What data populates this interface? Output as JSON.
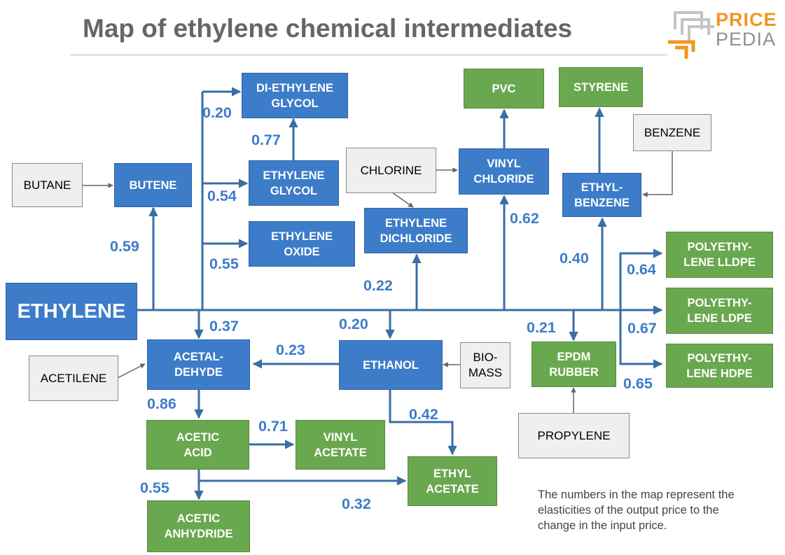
{
  "title": "Map of ethylene chemical intermediates",
  "logo": {
    "word1": "PRICE",
    "word2": "PEDIA"
  },
  "colors": {
    "intermediate": "#3d7cc9",
    "final_product": "#6aa84f",
    "external_input": "#efefef",
    "arrow_blue": "#3a6ea5",
    "arrow_grey": "#666666"
  },
  "nodes": {
    "ethylene": "ETHYLENE",
    "butane": "BUTANE",
    "butene": "BUTENE",
    "di_ethylene_glycol": "DI-ETHYLENE\nGLYCOL",
    "ethylene_glycol": "ETHYLENE\nGLYCOL",
    "ethylene_oxide": "ETHYLENE\nOXIDE",
    "chlorine": "CHLORINE",
    "ethylene_dichloride": "ETHYLENE\nDICHLORIDE",
    "vinyl_chloride": "VINYL\nCHLORIDE",
    "pvc": "PVC",
    "styrene": "STYRENE",
    "benzene": "BENZENE",
    "ethyl_benzene": "ETHYL-\nBENZENE",
    "lldpe": "POLYETHY-\nLENE LLDPE",
    "ldpe": "POLYETHY-\nLENE LDPE",
    "hdpe": "POLYETHY-\nLENE HDPE",
    "acetilene": "ACETILENE",
    "acetaldehyde": "ACETAL-\nDEHYDE",
    "ethanol": "ETHANOL",
    "biomass": "BIO-\nMASS",
    "epdm": "EPDM\nRUBBER",
    "propylene": "PROPYLENE",
    "acetic_acid": "ACETIC\nACID",
    "vinyl_acetate": "VINYL\nACETATE",
    "ethyl_acetate": "ETHYL\nACETATE",
    "acetic_anhydride": "ACETIC\nANHYDRIDE"
  },
  "elasticities": {
    "butene": "0.59",
    "di_ethylene_glycol": "0.20",
    "eg_to_deg": "0.77",
    "ethylene_glycol": "0.54",
    "ethylene_oxide": "0.55",
    "acetaldehyde": "0.37",
    "ethylene_dichloride": "0.22",
    "ethanol": "0.20",
    "vinyl_chloride": "0.62",
    "ethyl_benzene": "0.40",
    "epdm": "0.21",
    "lldpe": "0.64",
    "ldpe": "0.67",
    "hdpe": "0.65",
    "ethanol_to_acetaldehyde": "0.23",
    "acetic_acid": "0.86",
    "vinyl_acetate": "0.71",
    "acetic_anhydride": "0.55",
    "ethanol_to_ethyl_acetate": "0.42",
    "acid_to_ethyl_acetate": "0.32"
  },
  "note": "The numbers in the map represent the\nelasticities of the output price to the\nchange in the input price."
}
